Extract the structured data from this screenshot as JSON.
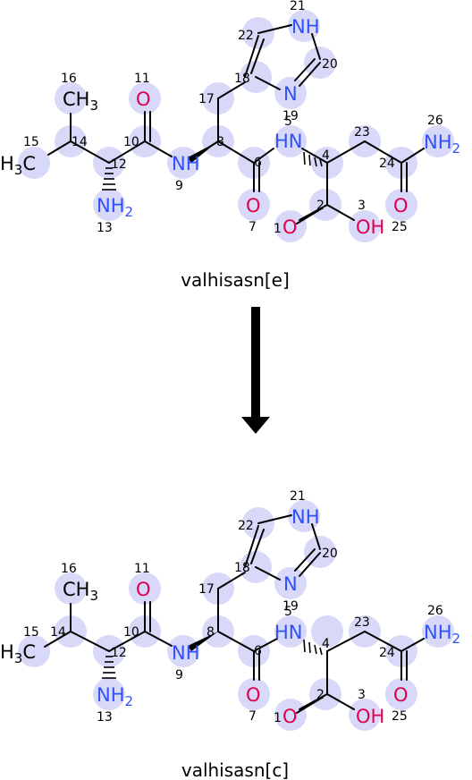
{
  "diagram": {
    "top": {
      "title": "valhisasn[e]"
    },
    "bottom": {
      "title": "valhisasn[c]"
    },
    "colors": {
      "highlight": "#d8d8f8",
      "nitrogen": "#3050F8",
      "oxygen": "#E0004E",
      "bond": "#000000",
      "arrow": "#000000"
    },
    "atom_text": {
      "ch3": "CH3",
      "h3c": "H3C",
      "nh2": "NH2",
      "nh": "NH",
      "hn": "HN",
      "oh": "OH",
      "o": "O",
      "n": "N",
      "C": "C",
      "H": "H",
      "N": "N",
      "O": "O",
      "sub2": "2",
      "sub3": "3"
    },
    "atom_numbers": [
      "1",
      "2",
      "3",
      "4",
      "5",
      "6",
      "7",
      "8",
      "9",
      "10",
      "11",
      "12",
      "13",
      "14",
      "15",
      "16",
      "17",
      "18",
      "19",
      "20",
      "21",
      "22",
      "23",
      "24",
      "25",
      "26"
    ]
  }
}
